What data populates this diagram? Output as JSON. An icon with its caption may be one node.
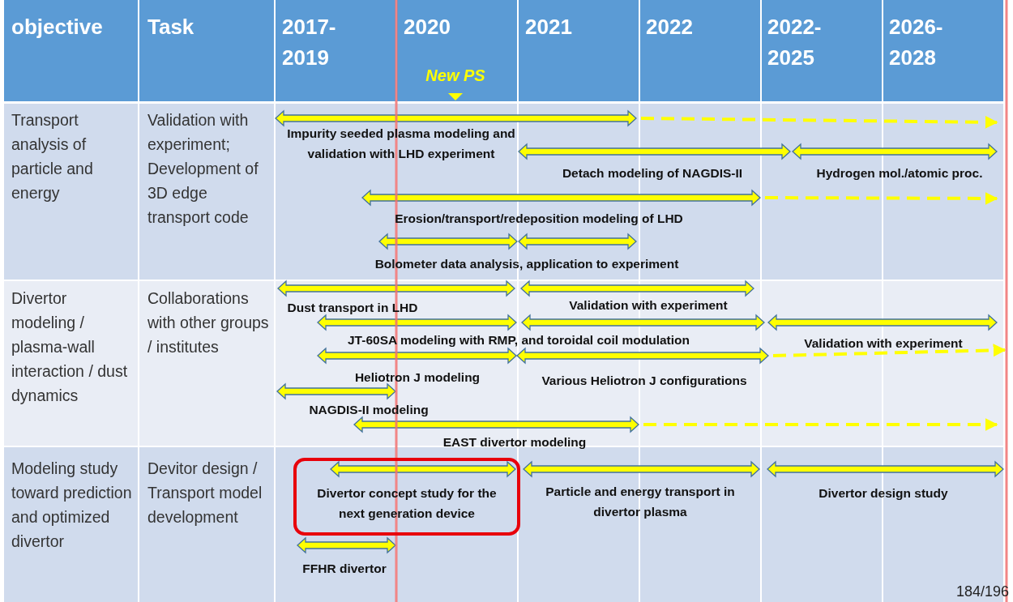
{
  "diagram": {
    "nodes": [
      {
        "text": [
          "Divertor concept study for the next generation device"
        ]
      }
    ],
    "labels": [
      "objective",
      "Task",
      "2017- 2019",
      "2020",
      "2021",
      "2022",
      "2022- 2025",
      "2026- 2028",
      "New PS",
      "Transport analysis of particle and energy",
      "Validation with experiment; Development of 3D edge transport code",
      "Impurity seeded plasma modeling and validation with LHD experiment",
      "Detach modeling of NAGDIS-II",
      "Hydrogen mol./atomic proc.",
      "Erosion/transport/redeposition modeling of LHD",
      "Bolometer data analysis, application to experiment",
      "Divertor modeling / plasma-wall interaction / dust dynamics",
      "Collaborations with other groups / institutes",
      "Dust transport in LHD",
      "Validation with experiment",
      "JT-60SA modeling with RMP, and toroidal coil modulation",
      "Validation with experiment",
      "Heliotron J modeling",
      "Various Heliotron J configurations",
      "NAGDIS-II modeling",
      "EAST divertor modeling",
      "Modeling study toward prediction and optimized divertor",
      "Devitor design / Transport model development",
      "Particle and energy transport in divertor plasma",
      "Divertor design study",
      "FFHR divertor",
      "184/196"
    ]
  }
}
